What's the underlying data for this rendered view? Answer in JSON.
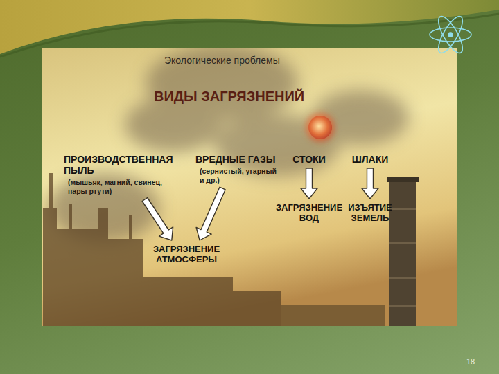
{
  "diagram": {
    "title": "ВИДЫ ЗАГРЯЗНЕНИЙ",
    "nodes": [
      {
        "text": [
          "ПРОИЗВОДСТВЕННАЯ ПЫЛЬ",
          "(мышьяк, магний, свинец, пары ртути)"
        ]
      },
      {
        "text": [
          "ВРЕДНЫЕ ГАЗЫ",
          "(сернистый, угарный и др.)"
        ]
      },
      {
        "text": [
          "СТОКИ"
        ]
      },
      {
        "text": [
          "ШЛАКИ"
        ]
      },
      {
        "text": [
          "ЗАГРЯЗНЕНИЕ АТМОСФЕРЫ"
        ]
      },
      {
        "text": [
          "ЗАГРЯЗНЕНИЕ ВОД"
        ]
      },
      {
        "text": [
          "ИЗЪЯТИЕ ЗЕМЕЛЬ"
        ]
      }
    ],
    "edges": [
      {
        "from": 0,
        "to": 4,
        "arrow": "to"
      },
      {
        "from": 1,
        "to": 4,
        "arrow": "to"
      },
      {
        "from": 2,
        "to": 5,
        "arrow": "to"
      },
      {
        "from": 3,
        "to": 6,
        "arrow": "to"
      }
    ],
    "labels": [
      "Экологические проблемы",
      "18"
    ]
  }
}
